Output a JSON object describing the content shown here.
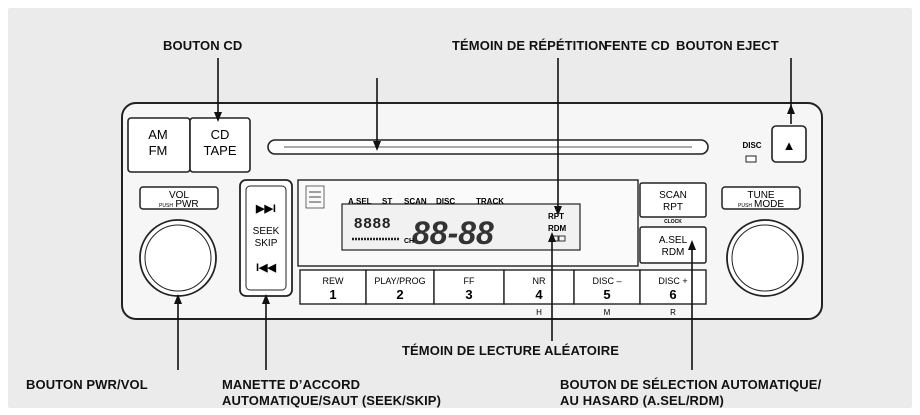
{
  "callouts": {
    "cd_button": "BOUTON CD",
    "repeat_indicator": "TÉMOIN DE RÉPÉTITION",
    "cd_slot": "FENTE CD",
    "eject_button": "BOUTON EJECT",
    "random_indicator": "TÉMOIN DE LECTURE ALÉATOIRE",
    "pwr_vol_button": "BOUTON PWR/VOL",
    "seek_bar_line1": "MANETTE D’ACCORD",
    "seek_bar_line2": "AUTOMATIQUE/SAUT (SEEK/SKIP)",
    "asel_button_line1": "BOUTON DE SÉLECTION AUTOMATIQUE/",
    "asel_button_line2": "AU HASARD (A.SEL/RDM)"
  },
  "buttons": {
    "am": "AM",
    "fm": "FM",
    "cd": "CD",
    "tape": "TAPE",
    "disc": "DISC",
    "eject_symbol": "▲",
    "vol": "VOL",
    "push": "PUSH",
    "pwr": "PWR",
    "tune": "TUNE",
    "mode": "MODE",
    "seek": "SEEK",
    "skip": "SKIP",
    "scan": "SCAN",
    "rpt": "RPT",
    "clock": "CLOCK",
    "asel": "A.SEL",
    "rdm": "RDM"
  },
  "display": {
    "top_labels": [
      "A.SEL",
      "ST",
      "SCAN",
      "DISC",
      "TRACK"
    ],
    "digits": "88-88",
    "indicator_rpt": "RPT",
    "indicator_rdm": "RDM",
    "ch": "CH"
  },
  "presets": [
    {
      "label": "REW",
      "num": "1"
    },
    {
      "label": "PLAY/PROG",
      "num": "2"
    },
    {
      "label": "FF",
      "num": "3"
    },
    {
      "label": "NR",
      "num": "4"
    },
    {
      "label": "DISC –",
      "num": "5"
    },
    {
      "label": "DISC +",
      "num": "6"
    }
  ],
  "preset_sublabels": [
    "H",
    "M",
    "R"
  ]
}
